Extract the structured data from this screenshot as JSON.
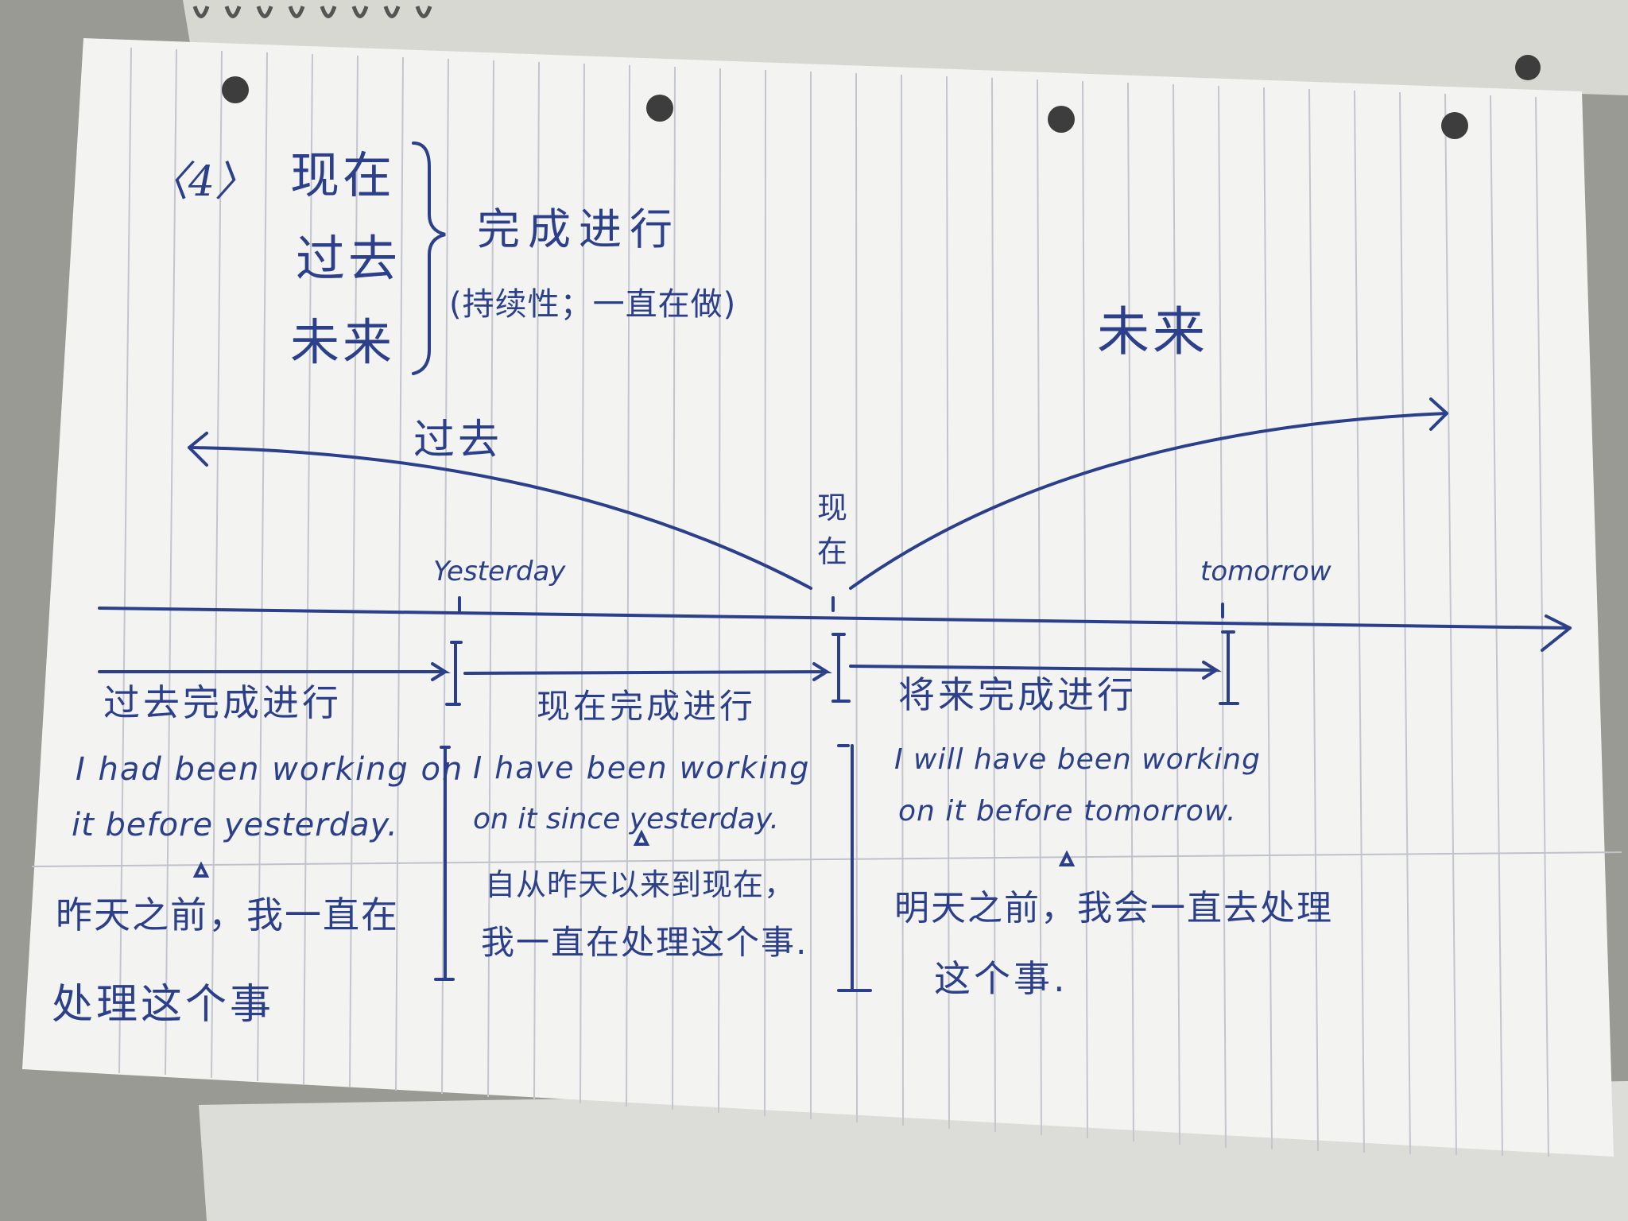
{
  "colors": {
    "ink": "#2b3f8a",
    "paper": "#f3f3f1",
    "rule": "#b9bcc6"
  },
  "header": {
    "number": "〈4〉",
    "tenses": [
      "现在",
      "过去",
      "未来"
    ],
    "title": "完成进行",
    "note": "(持续性；一直在做)"
  },
  "timeline": {
    "past_label": "过去",
    "future_label": "未来",
    "now_label": "现在",
    "yesterday_label": "Yesterday",
    "tomorrow_label": "tomorrow"
  },
  "columns": [
    {
      "name": "过去完成进行",
      "english": [
        "I had been working on",
        "it before yesterday."
      ],
      "chinese": [
        "昨天之前，我一直在",
        "处理这个事"
      ]
    },
    {
      "name": "现在完成进行",
      "english": [
        "I have been working",
        "on it since yesterday."
      ],
      "chinese": [
        "自从昨天以来到现在，",
        "我一直在处理这个事."
      ]
    },
    {
      "name": "将来完成进行",
      "english": [
        "I will have been working",
        "on it before tomorrow."
      ],
      "chinese": [
        "明天之前，我会一直去处理",
        "这个事."
      ]
    }
  ]
}
